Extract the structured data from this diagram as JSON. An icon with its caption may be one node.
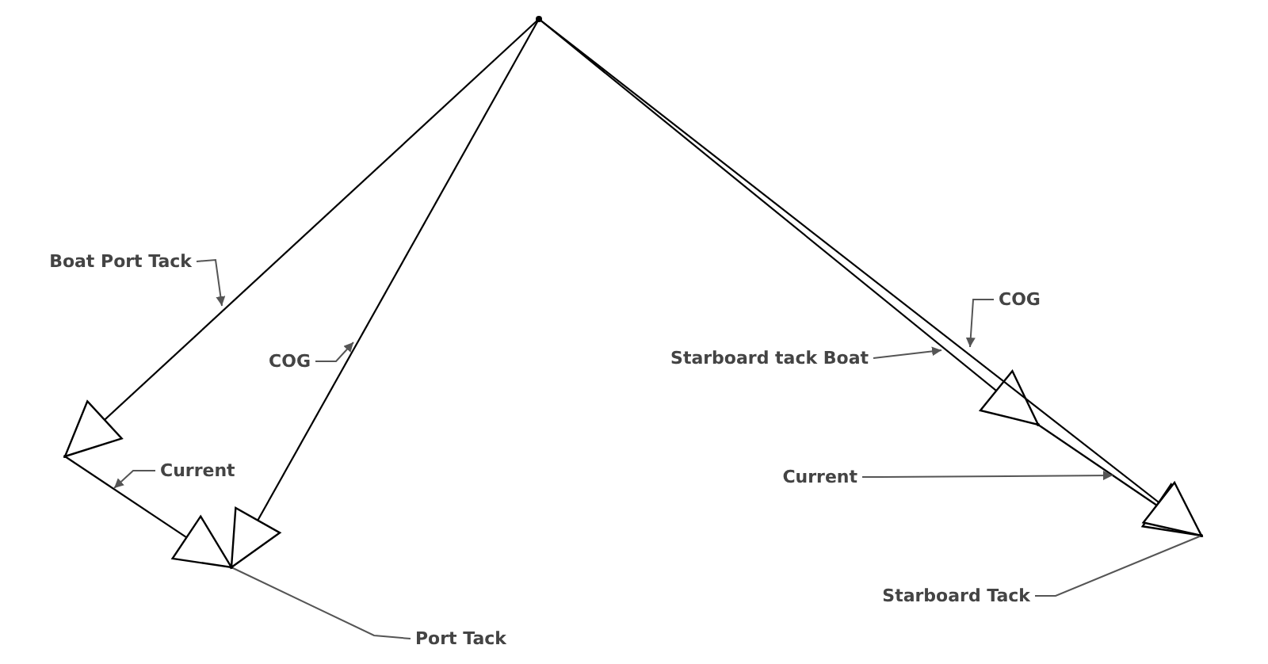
{
  "diagram": {
    "nodes": [
      {
        "text": [],
        "shape": "point"
      },
      {
        "text": [],
        "shape": "point"
      },
      {
        "text": [],
        "shape": "point"
      },
      {
        "text": [],
        "shape": "point"
      },
      {
        "text": [],
        "shape": "point"
      },
      {
        "text": [
          "Boat Port Tack"
        ]
      },
      {
        "text": [
          "COG"
        ]
      },
      {
        "text": [
          "Current"
        ]
      },
      {
        "text": [
          "Port Tack"
        ]
      },
      {
        "text": [
          "COG"
        ]
      },
      {
        "text": [
          "Starboard tack Boat"
        ]
      },
      {
        "text": [
          "Current"
        ]
      },
      {
        "text": [
          "Starboard Tack"
        ]
      }
    ],
    "edges": [
      {
        "from": 0,
        "to": 1,
        "arrow": "to",
        "color": "#000000"
      },
      {
        "from": 1,
        "to": 2,
        "arrow": "to",
        "color": "#000000"
      },
      {
        "from": 0,
        "to": 2,
        "arrow": "to",
        "color": "#000000"
      },
      {
        "from": 0,
        "to": 3,
        "arrow": "to",
        "color": "#000000"
      },
      {
        "from": 3,
        "to": 4,
        "arrow": "to",
        "color": "#000000"
      },
      {
        "from": 0,
        "to": 4,
        "arrow": "to",
        "color": "#000000"
      },
      {
        "from": 5,
        "to": null,
        "arrow": "to"
      },
      {
        "from": 6,
        "to": null,
        "arrow": "to"
      },
      {
        "from": 7,
        "to": null,
        "arrow": "to"
      },
      {
        "from": 8,
        "to": 2,
        "arrow": "none"
      },
      {
        "from": 9,
        "to": null,
        "arrow": "to"
      },
      {
        "from": 10,
        "to": null,
        "arrow": "to"
      },
      {
        "from": 11,
        "to": null,
        "arrow": "to"
      },
      {
        "from": 12,
        "to": 4,
        "arrow": "none"
      }
    ]
  }
}
